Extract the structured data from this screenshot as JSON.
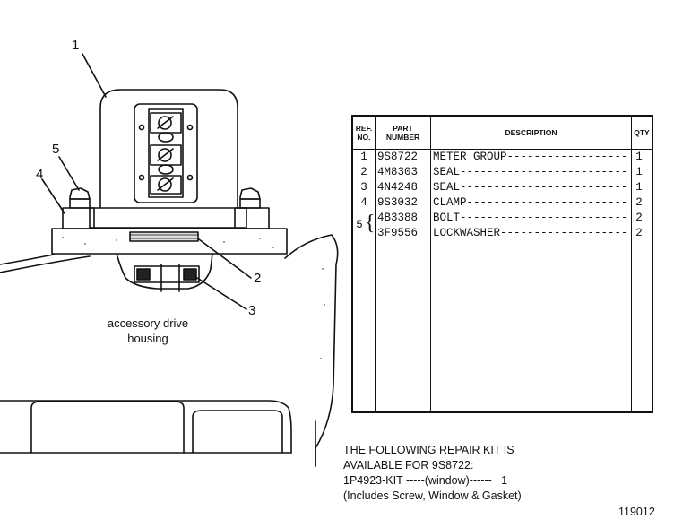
{
  "callouts": [
    "1",
    "2",
    "3",
    "4",
    "5"
  ],
  "housing_label": [
    "accessory drive",
    "housing"
  ],
  "table": {
    "headers": {
      "ref": [
        "REF.",
        "NO."
      ],
      "part": [
        "PART",
        "NUMBER"
      ],
      "description": "DESCRIPTION",
      "qty": "QTY"
    },
    "rows": [
      {
        "ref": "1",
        "part": "9S8722",
        "description": "METER GROUP----------------------",
        "qty": "1"
      },
      {
        "ref": "2",
        "part": "4M8303",
        "description": "SEAL-----------------------------",
        "qty": "1"
      },
      {
        "ref": "3",
        "part": "4N4248",
        "description": "SEAL-----------------------------",
        "qty": "1"
      },
      {
        "ref": "4",
        "part": "9S3032",
        "description": "CLAMP----------------------------",
        "qty": "2"
      },
      {
        "ref": "5",
        "part": "4B3388",
        "description": "BOLT-----------------------------",
        "qty": "2"
      },
      {
        "ref": "",
        "part": "3F9556",
        "description": "LOCKWASHER-----------------------",
        "qty": "2"
      }
    ]
  },
  "kit_note": [
    "THE FOLLOWING REPAIR KIT IS",
    "AVAILABLE FOR 9S8722:",
    "1P4923-KIT -----(window)------   1",
    "(Includes Screw, Window & Gasket)"
  ],
  "figure_number": "119012"
}
